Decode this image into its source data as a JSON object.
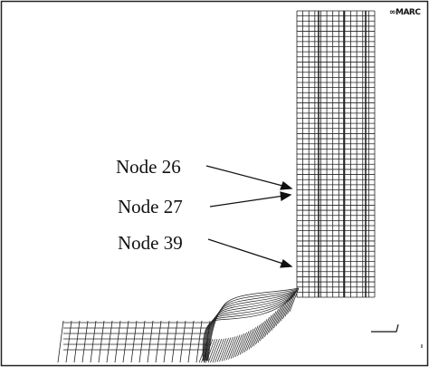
{
  "logo": {
    "mark": "∞",
    "text": "MARC"
  },
  "labels": [
    {
      "text": "Node 26"
    },
    {
      "text": "Node 27"
    },
    {
      "text": "Node 39"
    }
  ]
}
